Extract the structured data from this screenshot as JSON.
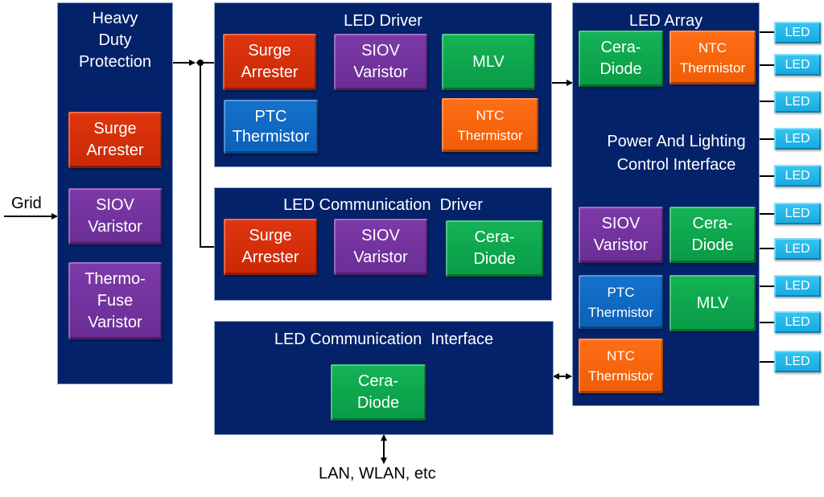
{
  "inputs": {
    "grid_label": "Grid",
    "network_label": "LAN, WLAN, etc"
  },
  "heavy_duty": {
    "title": "Heavy\nDuty\nProtection",
    "components": [
      {
        "label": "Surge\nArrester",
        "color": "red"
      },
      {
        "label": "SIOV\nVaristor",
        "color": "purple"
      },
      {
        "label": "Thermo-\nFuse\nVaristor",
        "color": "purple"
      }
    ]
  },
  "led_driver": {
    "title": "LED Driver",
    "components": [
      {
        "label": "Surge\nArrester",
        "color": "red"
      },
      {
        "label": "SIOV\nVaristor",
        "color": "purple"
      },
      {
        "label": "MLV",
        "color": "green"
      },
      {
        "label": "PTC\nThermistor",
        "color": "blue"
      },
      {
        "label": "NTC\nThermistor",
        "color": "orange"
      }
    ]
  },
  "comm_driver": {
    "title": "LED Communication  Driver",
    "components": [
      {
        "label": "Surge\nArrester",
        "color": "red"
      },
      {
        "label": "SIOV\nVaristor",
        "color": "purple"
      },
      {
        "label": "Cera-\nDiode",
        "color": "green"
      }
    ]
  },
  "comm_interface": {
    "title": "LED Communication  Interface",
    "components": [
      {
        "label": "Cera-\nDiode",
        "color": "green"
      }
    ]
  },
  "led_array": {
    "title": "LED Array",
    "subtitle": "Power And Lighting\nControl  Interface",
    "components": [
      {
        "label": "Cera-\nDiode",
        "color": "green"
      },
      {
        "label": "NTC\nThermistor",
        "color": "orange"
      },
      {
        "label": "SIOV\nVaristor",
        "color": "purple"
      },
      {
        "label": "Cera-\nDiode",
        "color": "green"
      },
      {
        "label": "PTC\nThermistor",
        "color": "blue"
      },
      {
        "label": "MLV",
        "color": "green"
      },
      {
        "label": "NTC\nThermistor",
        "color": "orange"
      }
    ]
  },
  "leds": [
    "LED",
    "LED",
    "LED",
    "LED",
    "LED",
    "LED",
    "LED",
    "LED",
    "LED",
    "LED"
  ],
  "colors": {
    "panel": "#04226a",
    "red": "#d62e0a",
    "purple": "#7433a0",
    "green": "#10a84e",
    "blue": "#0f69c2",
    "orange": "#f8650c",
    "led": "#22b5e8"
  }
}
